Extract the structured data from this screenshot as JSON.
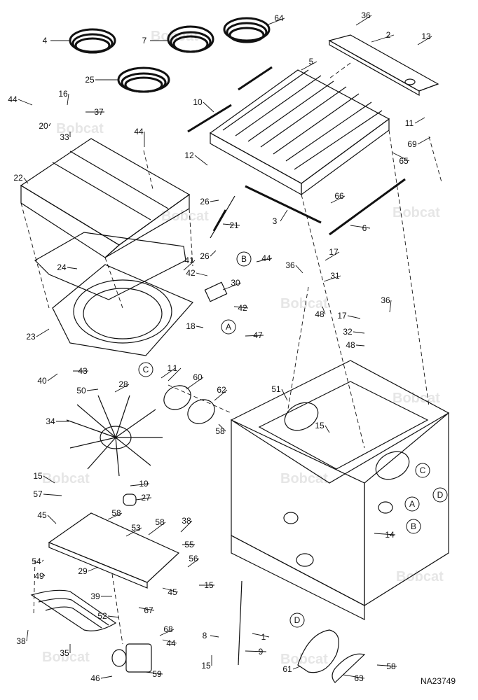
{
  "drawing_code": "NA23749",
  "watermark": "Bobcat",
  "callouts": [
    {
      "n": "4"
    },
    {
      "n": "7"
    },
    {
      "n": "64"
    },
    {
      "n": "36"
    },
    {
      "n": "2"
    },
    {
      "n": "13"
    },
    {
      "n": "25"
    },
    {
      "n": "5"
    },
    {
      "n": "44"
    },
    {
      "n": "16"
    },
    {
      "n": "37"
    },
    {
      "n": "10"
    },
    {
      "n": "20"
    },
    {
      "n": "33"
    },
    {
      "n": "44"
    },
    {
      "n": "11"
    },
    {
      "n": "69"
    },
    {
      "n": "12"
    },
    {
      "n": "65"
    },
    {
      "n": "22"
    },
    {
      "n": "26"
    },
    {
      "n": "66"
    },
    {
      "n": "21"
    },
    {
      "n": "3"
    },
    {
      "n": "6"
    },
    {
      "n": "26"
    },
    {
      "n": "44"
    },
    {
      "n": "17"
    },
    {
      "n": "24"
    },
    {
      "n": "41"
    },
    {
      "n": "36"
    },
    {
      "n": "31"
    },
    {
      "n": "42"
    },
    {
      "n": "30"
    },
    {
      "n": "42"
    },
    {
      "n": "48"
    },
    {
      "n": "36"
    },
    {
      "n": "17"
    },
    {
      "n": "23"
    },
    {
      "n": "18"
    },
    {
      "n": "47"
    },
    {
      "n": "32"
    },
    {
      "n": "48"
    },
    {
      "n": "1"
    },
    {
      "n": "40"
    },
    {
      "n": "43"
    },
    {
      "n": "60"
    },
    {
      "n": "50"
    },
    {
      "n": "28"
    },
    {
      "n": "62"
    },
    {
      "n": "51"
    },
    {
      "n": "34"
    },
    {
      "n": "58"
    },
    {
      "n": "15"
    },
    {
      "n": "15"
    },
    {
      "n": "19"
    },
    {
      "n": "57"
    },
    {
      "n": "27"
    },
    {
      "n": "45"
    },
    {
      "n": "58"
    },
    {
      "n": "53"
    },
    {
      "n": "38"
    },
    {
      "n": "58"
    },
    {
      "n": "55"
    },
    {
      "n": "54"
    },
    {
      "n": "56"
    },
    {
      "n": "49"
    },
    {
      "n": "29"
    },
    {
      "n": "15"
    },
    {
      "n": "45"
    },
    {
      "n": "14"
    },
    {
      "n": "39"
    },
    {
      "n": "67"
    },
    {
      "n": "52"
    },
    {
      "n": "68"
    },
    {
      "n": "44"
    },
    {
      "n": "1"
    },
    {
      "n": "38"
    },
    {
      "n": "8"
    },
    {
      "n": "1"
    },
    {
      "n": "35"
    },
    {
      "n": "9"
    },
    {
      "n": "15"
    },
    {
      "n": "58"
    },
    {
      "n": "46"
    },
    {
      "n": "59"
    },
    {
      "n": "61"
    },
    {
      "n": "63"
    }
  ],
  "refs": [
    {
      "letter": "B"
    },
    {
      "letter": "A"
    },
    {
      "letter": "C"
    },
    {
      "letter": "C"
    },
    {
      "letter": "A"
    },
    {
      "letter": "D"
    },
    {
      "letter": "B"
    },
    {
      "letter": "D"
    }
  ]
}
